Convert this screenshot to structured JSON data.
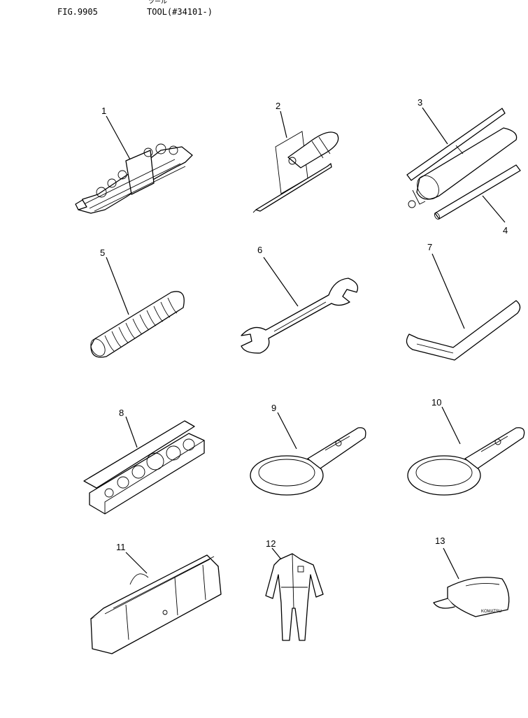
{
  "header": {
    "fig_label": "FIG.9905",
    "subtitle_jp": "ツール",
    "title": "TOOL(#34101-)"
  },
  "callouts": [
    "1",
    "2",
    "3",
    "4",
    "5",
    "6",
    "7",
    "8",
    "9",
    "10",
    "11",
    "12",
    "13"
  ]
}
